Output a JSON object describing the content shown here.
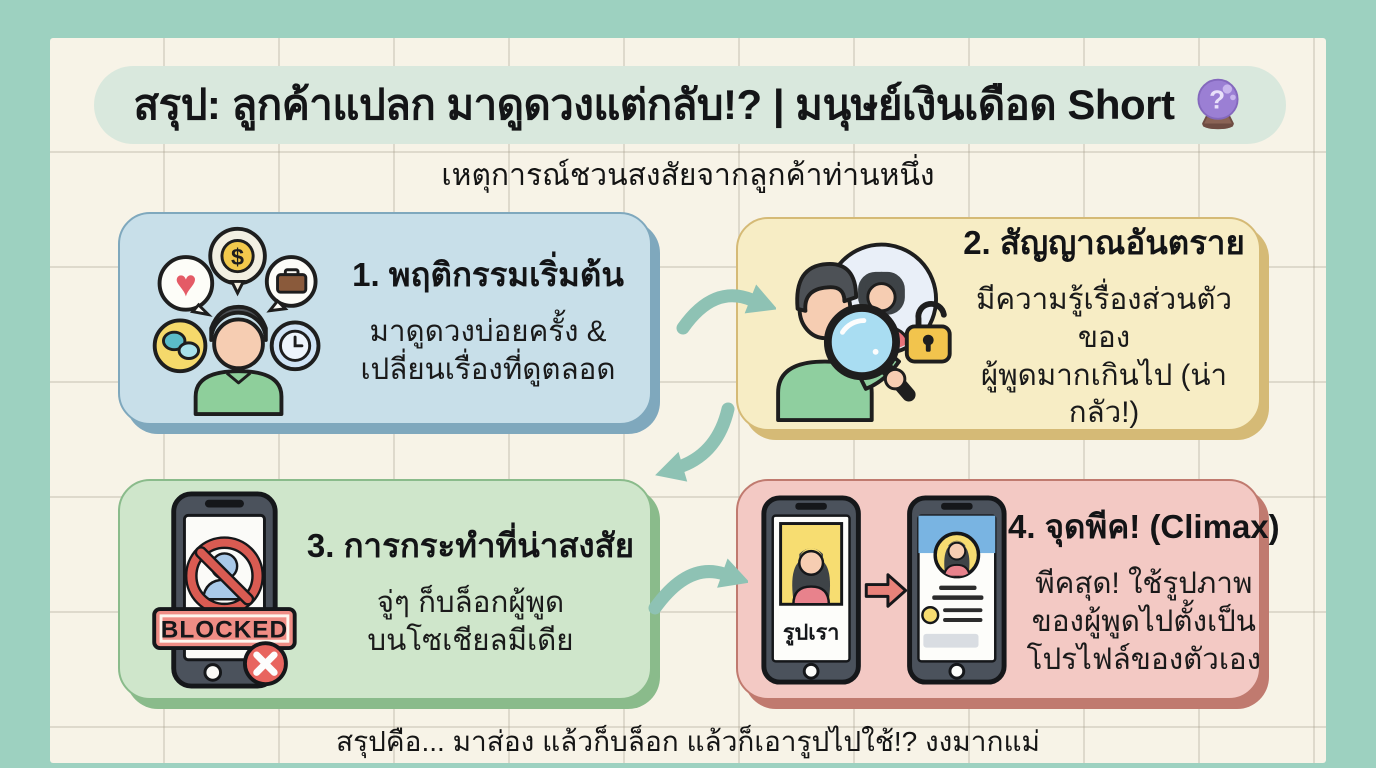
{
  "title": {
    "text": "สรุป: ลูกค้าแปลก มาดูดวงแต่กลับ!? | มนุษย์เงินเดือด Short",
    "emoji_symbol": "?"
  },
  "subtitle": "เหตุการณ์ชวนสงสัยจากลูกค้าท่านหนึ่ง",
  "steps": [
    {
      "title": "1. พฤติกรรมเริ่มต้น",
      "body_lines": [
        "มาดูดวงบ่อยครั้ง &",
        "เปลี่ยนเรื่องที่ดูตลอด"
      ],
      "icon": "person-thought-bubbles-icon",
      "fill": "#c8dfe9",
      "shadow": "#7fa8bd"
    },
    {
      "title": "2. สัญญาณอันตราย",
      "body_lines": [
        "มีความรู้เรื่องส่วนตัวของ",
        "ผู้พูดมากเกินไป (น่ากลัว!)"
      ],
      "icon": "magnifier-person-lock-icon",
      "fill": "#f7edc5",
      "shadow": "#d5ba76"
    },
    {
      "title": "3. การกระทำที่น่าสงสัย",
      "body_lines": [
        "จู่ๆ ก็บล็อกผู้พูด",
        "บนโซเชียลมีเดีย"
      ],
      "icon": "blocked-phone-icon",
      "icon_label": "BLOCKED",
      "fill": "#cfe6cb",
      "shadow": "#8abb8b"
    },
    {
      "title": "4. จุดพีค! (Climax)",
      "body_lines": [
        "พีคสุด! ใช้รูปภาพ",
        "ของผู้พูดไปตั้งเป็น",
        "โปรไฟล์ของตัวเอง"
      ],
      "icon": "photo-to-profile-phones-icon",
      "icon_label": "รูปเรา",
      "fill": "#f3c9c4",
      "shadow": "#c07a6f"
    }
  ],
  "footer": "สรุปคือ... มาส่อง แล้วก็บล็อก แล้วก็เอารูปไปใช้!? งงมากแม่",
  "icon_glyphs": {
    "heart": "♥",
    "dollar": "$"
  },
  "colors": {
    "frame_teal": "#9dd1c0",
    "paper": "#f7f3e7",
    "title_pill": "#d9e8dd",
    "arrow_teal": "#8ec2b4",
    "blocked_red": "#ef8d85",
    "lock_yellow": "#f2c44d",
    "photo_yellow": "#f7dd71",
    "header_blue": "#79b4e2",
    "shirt_green": "#8ecf9b",
    "skin_peach": "#f6cdb2"
  }
}
